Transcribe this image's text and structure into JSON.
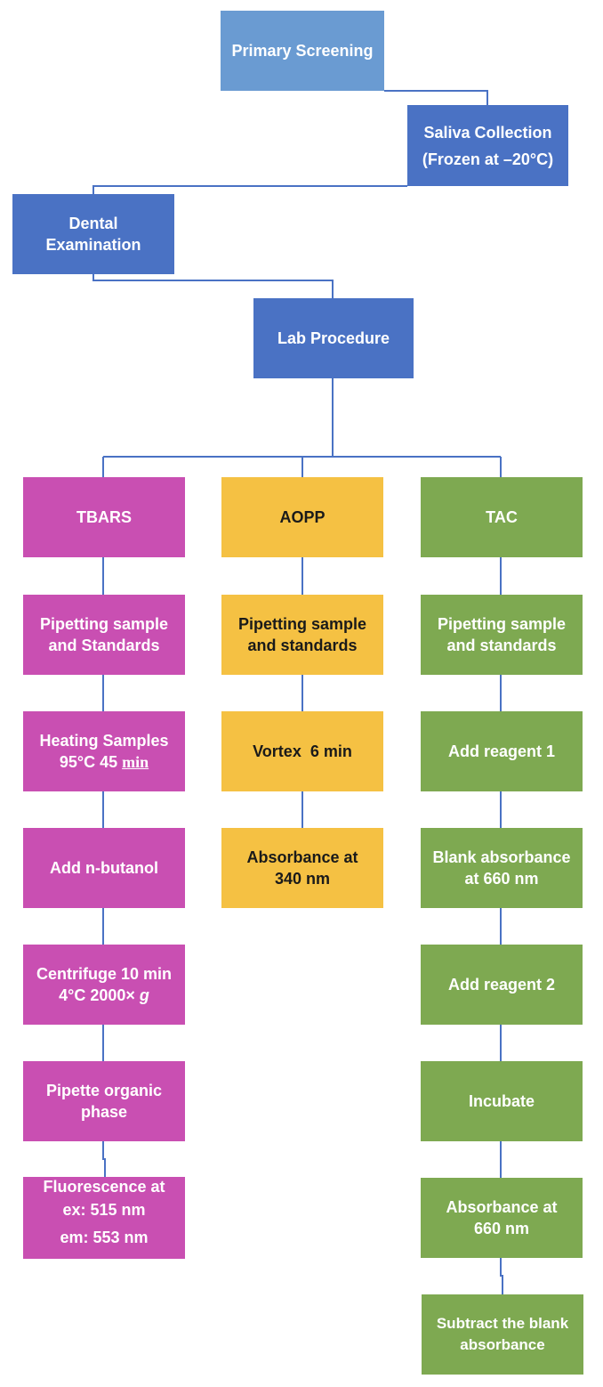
{
  "colors": {
    "light_blue": "#6a9bd2",
    "blue": "#4a72c4",
    "tbars": "#c94fb2",
    "aopp": "#f5c143",
    "tac": "#7ea951",
    "connector": "#4a72c4"
  },
  "flow": {
    "primary_screening": "Primary Screening",
    "saliva_collection": {
      "line1": "Saliva Collection",
      "line2": "(Frozen at –20°C)"
    },
    "dental_examination": {
      "line1": "Dental",
      "line2": "Examination"
    },
    "lab_procedure": "Lab Procedure"
  },
  "tbars": {
    "title": "TBARS",
    "step1": {
      "line1": "Pipetting sample",
      "line2": "and Standards"
    },
    "step2": {
      "line1": "Heating Samples",
      "line2a": "95°C 45 ",
      "line2b": "min"
    },
    "step3": "Add n-butanol",
    "step4": {
      "line1": "Centrifuge 10 min",
      "line2a": "4°C 2000× ",
      "line2b": "g"
    },
    "step5": {
      "line1": "Pipette organic",
      "line2": "phase"
    },
    "step6": {
      "line1": "Fluorescence at",
      "line2": "ex: 515 nm",
      "line3": "em: 553 nm"
    }
  },
  "aopp": {
    "title": "AOPP",
    "step1": {
      "line1": "Pipetting sample",
      "line2": "and standards"
    },
    "step2": "Vortex  6 min",
    "step3": {
      "line1": "Absorbance at",
      "line2": "340 nm"
    }
  },
  "tac": {
    "title": "TAC",
    "step1": {
      "line1": "Pipetting sample",
      "line2": "and standards"
    },
    "step2": "Add reagent 1",
    "step3": {
      "line1": "Blank absorbance",
      "line2": "at 660 nm"
    },
    "step4": "Add reagent 2",
    "step5": "Incubate",
    "step6": {
      "line1": "Absorbance at",
      "line2": "660 nm"
    },
    "step7": {
      "line1": "Subtract the blank",
      "line2": "absorbance"
    }
  }
}
